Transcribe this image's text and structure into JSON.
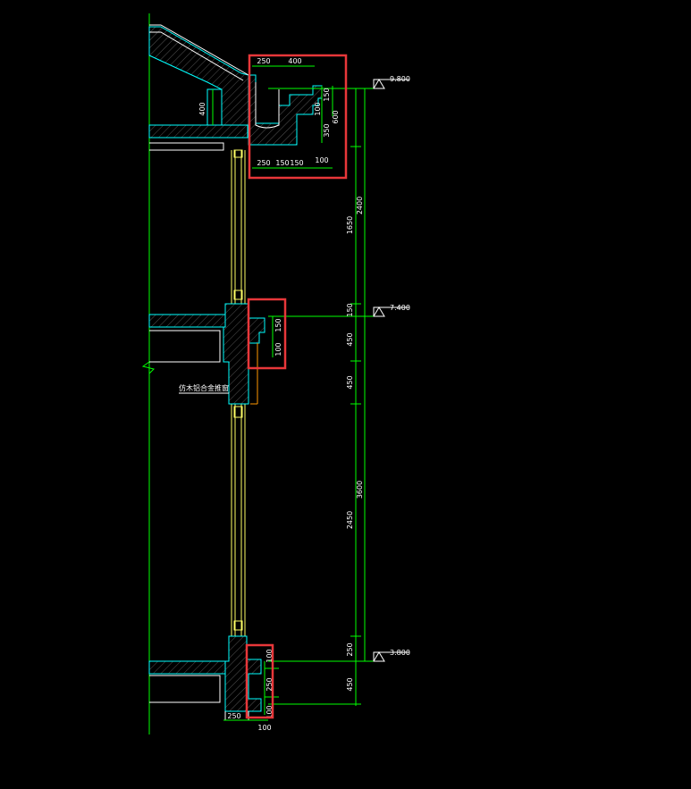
{
  "colors": {
    "background": "#000000",
    "green": "#00ff00",
    "white": "#ffffff",
    "cyan": "#00ffff",
    "yellow": "#ffff66",
    "orange": "#ff9900",
    "highlight": "#e8373a"
  },
  "elevations": {
    "top": "9.800",
    "mid": "7.400",
    "bottom": "3.800"
  },
  "outer_dims": {
    "d_2400": "2400",
    "d_1650": "1650",
    "d_150a": "150",
    "d_450a": "450",
    "d_450b": "450",
    "d_3600": "3600",
    "d_2450": "2450",
    "d_250": "250",
    "d_450c": "450"
  },
  "top_detail": {
    "w_250": "250",
    "w_400": "400",
    "h_400": "400",
    "h_150": "150",
    "h_100": "100",
    "h_350": "350",
    "h_600": "600",
    "b_250": "250",
    "b_150a": "150",
    "b_150b": "150",
    "b_100": "100"
  },
  "mid_detail": {
    "h_150": "150",
    "h_100": "100"
  },
  "bottom_detail": {
    "h_100a": "100",
    "h_250": "250",
    "h_100b": "100",
    "b_250": "250",
    "b_100": "100"
  },
  "note": "仿木铝合金推窗"
}
